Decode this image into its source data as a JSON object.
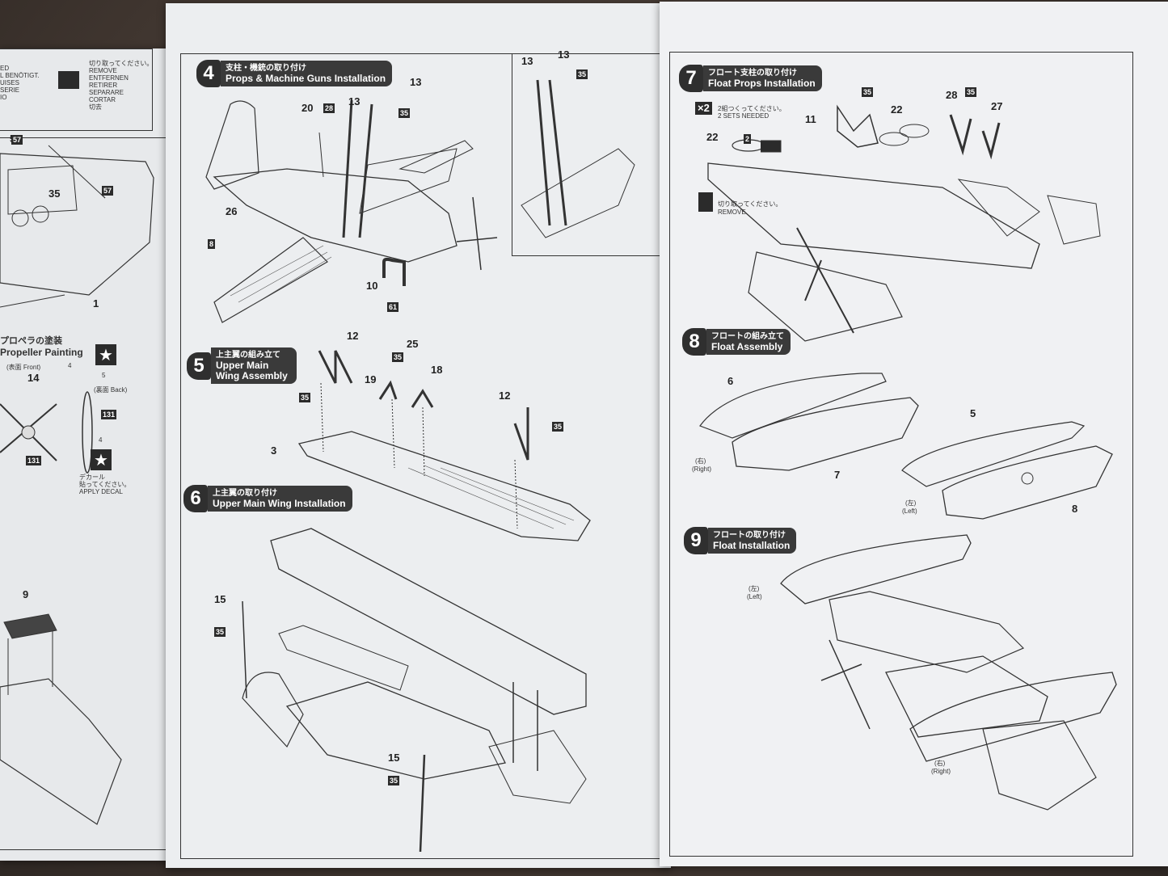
{
  "left_panel": {
    "remove_texts": [
      "切り取ってください。",
      "REMOVE",
      "ENTFERNEN",
      "RETIRER",
      "SEPARARE",
      "CORTAR",
      "切去"
    ],
    "left_partial_texts": [
      "ED",
      "L BENÖTIGT.",
      "UISES",
      "SERIE",
      "IO"
    ],
    "part_numbers": [
      "57",
      "35",
      "57",
      "1",
      "14",
      "9",
      "131",
      "131",
      "4",
      "5",
      "4"
    ],
    "propeller_painting_jp": "プロペラの塗装",
    "propeller_painting_en": "Propeller Painting",
    "front_label": "(表面 Front)",
    "back_label": "(裏面 Back)",
    "decal_jp": "デカール",
    "decal_jp2": "貼ってください。",
    "decal_en": "APPLY DECAL",
    "star_icon": "★"
  },
  "step4": {
    "num": "4",
    "title_jp": "支柱・機銃の取り付け",
    "title_en": "Props & Machine Guns Installation",
    "parts": [
      "20",
      "28",
      "13",
      "13",
      "35",
      "26",
      "8",
      "10",
      "61",
      "13",
      "13",
      "35"
    ]
  },
  "step5": {
    "num": "5",
    "title_jp": "上主翼の組み立て",
    "title_en": "Upper Main Wing Assembly",
    "parts": [
      "12",
      "35",
      "25",
      "35",
      "19",
      "18",
      "3",
      "12",
      "35"
    ]
  },
  "step6": {
    "num": "6",
    "title_jp": "上主翼の取り付け",
    "title_en": "Upper Main Wing Installation",
    "parts": [
      "15",
      "35",
      "15",
      "35"
    ]
  },
  "step7": {
    "num": "7",
    "title_jp": "フロート支柱の取り付け",
    "title_en": "Float Props Installation",
    "multiplier": "×2",
    "sets_jp": "2組つくってください。",
    "sets_en": "2 SETS NEEDED",
    "remove_jp": "切り取ってください。",
    "remove_en": "REMOVE",
    "parts": [
      "11",
      "35",
      "22",
      "28",
      "35",
      "27",
      "22",
      "2"
    ]
  },
  "step8": {
    "num": "8",
    "title_jp": "フロートの組み立て",
    "title_en": "Float Assembly",
    "parts": [
      "6",
      "7",
      "5",
      "8"
    ],
    "right_jp": "(右)",
    "right_en": "(Right)",
    "left_jp": "(左)",
    "left_en": "(Left)"
  },
  "step9": {
    "num": "9",
    "title_jp": "フロートの取り付け",
    "title_en": "Float Installation",
    "left_jp": "(左)",
    "left_en": "(Left)",
    "right_jp": "(右)",
    "right_en": "(Right)"
  }
}
